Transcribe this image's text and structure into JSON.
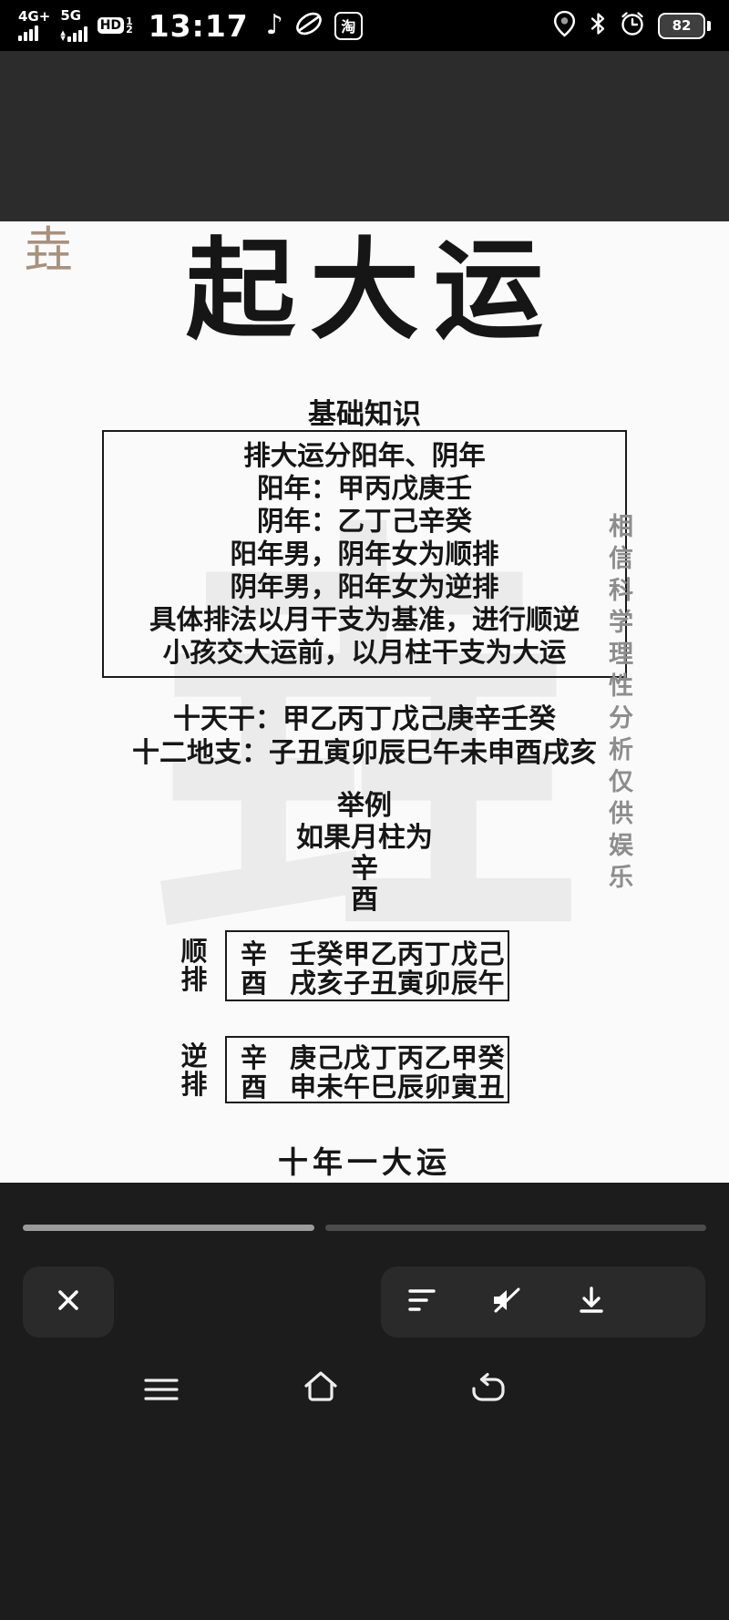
{
  "status_bar": {
    "network_primary": "4G+",
    "network_secondary": "5G",
    "hd_label": "HD",
    "hd_sim_top": "1",
    "hd_sim_bottom": "2",
    "time": "13:17",
    "app_icons": {
      "music_note": "♪",
      "taobao": "淘"
    },
    "battery_percent": "82"
  },
  "poster": {
    "corner_logo": "垚",
    "background_watermark": "垚",
    "title": "起大运",
    "section_heading": "基础知识",
    "info_box_lines": [
      "排大运分阳年、阴年",
      "阳年：甲丙戊庚壬",
      "阴年：乙丁己辛癸",
      "阳年男，阴年女为顺排",
      "阴年男，阳年女为逆排",
      "具体排法以月干支为基准，进行顺逆",
      "小孩交大运前，以月柱干支为大运"
    ],
    "heavenly_stems": "十天干：甲乙丙丁戊己庚辛壬癸",
    "earthly_branches": "十二地支：子丑寅卯辰巳午未申酉戌亥",
    "example_heading": "举例",
    "example_intro": "如果月柱为",
    "example_stem": "辛",
    "example_branch": "酉",
    "forward_table": {
      "label": [
        "顺",
        "排"
      ],
      "rows": [
        {
          "head": "辛",
          "cells": "壬癸甲乙丙丁戊己"
        },
        {
          "head": "酉",
          "cells": "戌亥子丑寅卯辰午"
        }
      ]
    },
    "reverse_table": {
      "label": [
        "逆",
        "排"
      ],
      "rows": [
        {
          "head": "辛",
          "cells": "庚己戊丁丙乙甲癸"
        },
        {
          "head": "酉",
          "cells": "申未午巳辰卯寅丑"
        }
      ]
    },
    "closing_line": "十年一大运",
    "side_disclaimer": "相信科学理性分析仅供娱乐"
  },
  "colors": {
    "poster_background": "#fafafa",
    "corner_logo": "#a7917f",
    "side_disclaimer": "#8d8d8d",
    "progress_played": "#9b9b9b",
    "progress_remaining": "#4c4c4c",
    "button_background": "#2a2a2a"
  }
}
